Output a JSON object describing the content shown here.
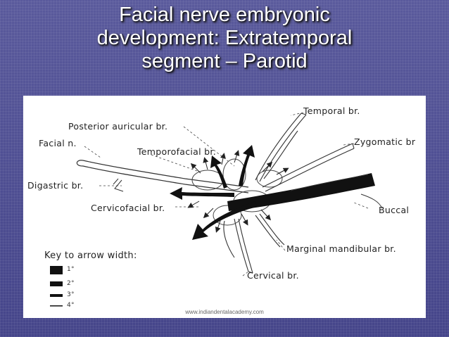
{
  "slide": {
    "title_lines": [
      "Facial nerve embryonic",
      "development: Extratemporal",
      "segment – Parotid"
    ]
  },
  "diagram": {
    "labels": {
      "temporal": "Temporal br.",
      "posterior_auricular": "Posterior auricular br.",
      "zygomatic": "Zygomatic br",
      "facial_n": "Facial n.",
      "temporofacial": "Temporofacial br.",
      "digastric": "Digastric br.",
      "cervicofacial": "Cervicofacial br.",
      "buccal": "Buccal",
      "marginal_mandibular": "Marginal mandibular br.",
      "cervical": "Cervical br."
    },
    "key": {
      "title": "Key to arrow width:",
      "items": [
        "1°",
        "2°",
        "3°",
        "4°"
      ]
    },
    "credit": "www.indiandentalacademy.com"
  },
  "colors": {
    "background": "#4b4b8c",
    "title_text": "#ffffff",
    "figure_bg": "#ffffff",
    "ink": "#222222"
  }
}
